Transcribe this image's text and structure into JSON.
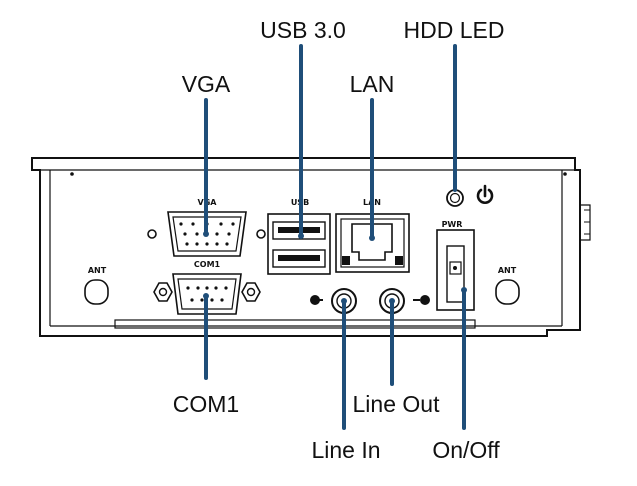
{
  "callouts": {
    "usb": "USB 3.0",
    "hdd_led": "HDD LED",
    "vga": "VGA",
    "lan": "LAN",
    "com1": "COM1",
    "line_out": "Line Out",
    "line_in": "Line In",
    "on_off": "On/Off"
  },
  "panel_labels": {
    "vga": "VGA",
    "usb": "USB",
    "lan": "LAN",
    "com1": "COM1",
    "pwr": "PWR",
    "ant_left": "ANT",
    "ant_right": "ANT"
  },
  "colors": {
    "leader": "#1f4e79",
    "outline": "#111111"
  },
  "icons": {
    "power": "power-icon",
    "audio_in": "audio-in-icon",
    "audio_out": "audio-out-icon"
  }
}
